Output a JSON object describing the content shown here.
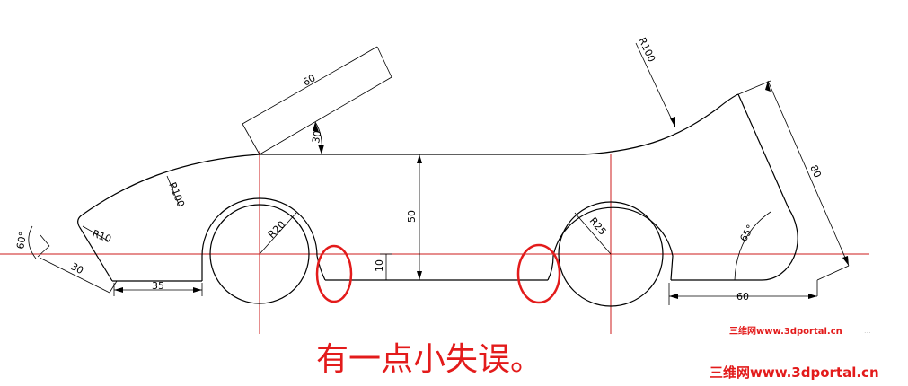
{
  "diagram": {
    "dimensions": {
      "d60_top": "60",
      "d30_angle": "30°",
      "r100_front": "R100",
      "r10": "R10",
      "a60": "60°",
      "d30_left": "30",
      "d35": "35",
      "r20": "R20",
      "d50": "50",
      "d10": "10",
      "r25": "R25",
      "r100_rear": "R100",
      "d80": "80",
      "a65": "65°",
      "d60_bottom": "60"
    },
    "annotation": "有一点小失误。",
    "watermark_small": "三维网www.3dportal.cn",
    "watermark_large": "三维网www.3dportal.cn",
    "faint_corner": "..."
  },
  "colors": {
    "outline": "#000000",
    "centerline": "#cc1b1b",
    "markup": "#e31b1b",
    "background": "#ffffff"
  }
}
